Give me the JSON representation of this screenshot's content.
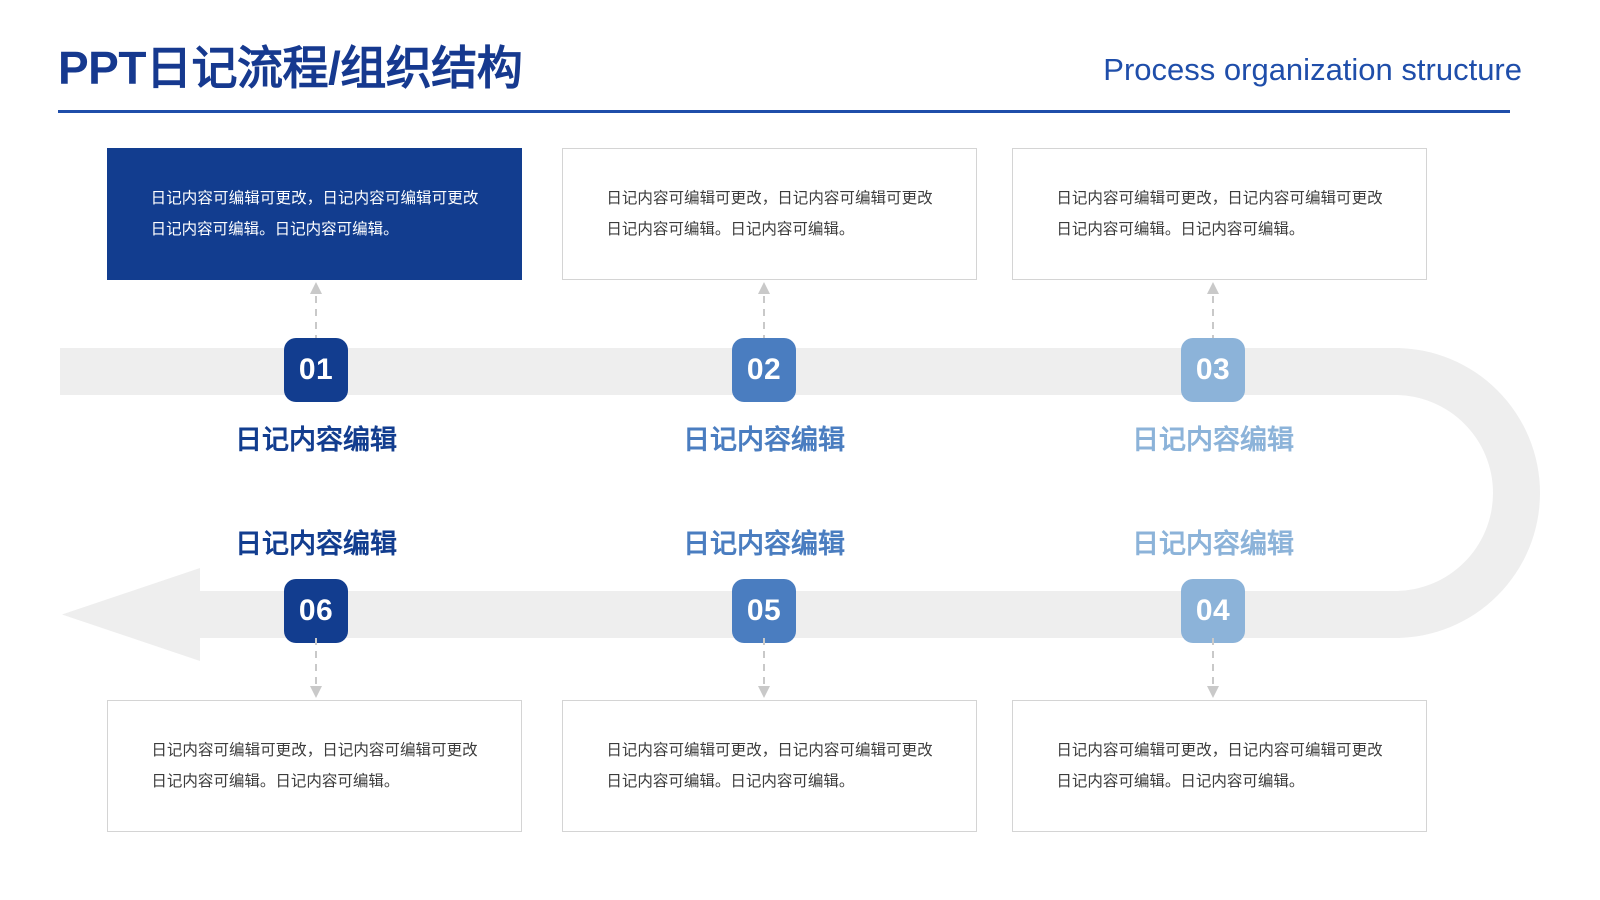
{
  "header": {
    "title": "PPT日记流程/组织结构",
    "subtitle": "Process organization structure",
    "title_color": "#16398f",
    "subtitle_color": "#1f4eaa",
    "rule_color": "#1f4eaa"
  },
  "theme": {
    "dark_blue": "#123d8f",
    "mid_blue": "#4a7dc0",
    "light_blue": "#8cb3d9",
    "ribbon_gray": "#eeeeee",
    "card_border": "#d4d4d4",
    "connector_gray": "#c9c9c9"
  },
  "body_text": "日记内容可编辑可更改，日记内容可编辑可更改日记内容可编辑。日记内容可编辑。",
  "steps": [
    {
      "number": "01",
      "label": "日记内容编辑",
      "description": "日记内容可编辑可更改，日记内容可编辑可更改日记内容可编辑。日记内容可编辑。",
      "badge_color": "#123d8f",
      "label_color": "#123d8f",
      "card_style": "filled",
      "row": "top",
      "column": 1
    },
    {
      "number": "02",
      "label": "日记内容编辑",
      "description": "日记内容可编辑可更改，日记内容可编辑可更改日记内容可编辑。日记内容可编辑。",
      "badge_color": "#4a7dc0",
      "label_color": "#4a7dc0",
      "card_style": "outlined",
      "row": "top",
      "column": 2
    },
    {
      "number": "03",
      "label": "日记内容编辑",
      "description": "日记内容可编辑可更改，日记内容可编辑可更改日记内容可编辑。日记内容可编辑。",
      "badge_color": "#8cb3d9",
      "label_color": "#8cb3d9",
      "card_style": "outlined",
      "row": "top",
      "column": 3
    },
    {
      "number": "04",
      "label": "日记内容编辑",
      "description": "日记内容可编辑可更改，日记内容可编辑可更改日记内容可编辑。日记内容可编辑。",
      "badge_color": "#8cb3d9",
      "label_color": "#8cb3d9",
      "card_style": "outlined",
      "row": "bottom",
      "column": 3
    },
    {
      "number": "05",
      "label": "日记内容编辑",
      "description": "日记内容可编辑可更改，日记内容可编辑可更改日记内容可编辑。日记内容可编辑。",
      "badge_color": "#4a7dc0",
      "label_color": "#4a7dc0",
      "card_style": "outlined",
      "row": "bottom",
      "column": 2
    },
    {
      "number": "06",
      "label": "日记内容编辑",
      "description": "日记内容可编辑可更改，日记内容可编辑可更改日记内容可编辑。日记内容可编辑。",
      "badge_color": "#123d8f",
      "label_color": "#123d8f",
      "card_style": "outlined",
      "row": "bottom",
      "column": 1
    }
  ]
}
